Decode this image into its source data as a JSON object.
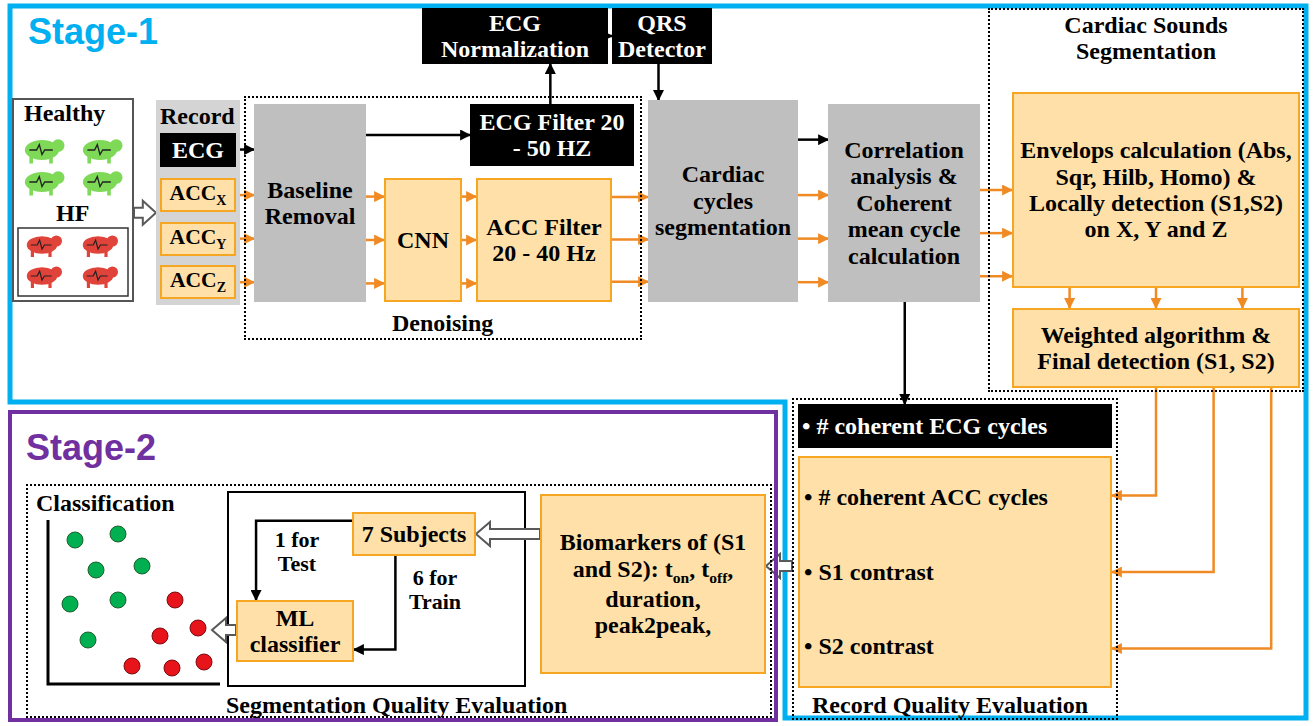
{
  "diagram": {
    "nodes": [
      {
        "text": [
          "Stage-1"
        ]
      },
      {
        "text": [
          "Healthy",
          "HF"
        ],
        "in": 0
      },
      {
        "text": [
          "Record"
        ],
        "in": 0
      },
      {
        "text": [
          "ECG"
        ],
        "in": 2
      },
      {
        "text": [
          "ACCX"
        ],
        "in": 2
      },
      {
        "text": [
          "ACCY"
        ],
        "in": 2
      },
      {
        "text": [
          "ACCZ"
        ],
        "in": 2
      },
      {
        "text": [
          "Denoising"
        ],
        "in": 0
      },
      {
        "text": [
          "Baseline Removal"
        ],
        "in": 7
      },
      {
        "text": [
          "ECG Filter 20 - 50 HZ"
        ],
        "in": 7
      },
      {
        "text": [
          "CNN"
        ],
        "in": 7
      },
      {
        "text": [
          "ACC Filter 20 - 40 Hz"
        ],
        "in": 7
      },
      {
        "text": [
          "ECG Normalization"
        ],
        "in": 0
      },
      {
        "text": [
          "QRS Detector"
        ],
        "in": 0
      },
      {
        "text": [
          "Cardiac cycles segmentation"
        ],
        "in": 0
      },
      {
        "text": [
          "Correlation analysis & Coherent mean cycle calculation"
        ],
        "in": 0
      },
      {
        "text": [
          "Cardiac Sounds Segmentation"
        ],
        "in": 0
      },
      {
        "text": [
          "Envelops calculation (Abs, Sqr, Hilb, Homo) & Locally detection (S1,S2) on X, Y and Z"
        ],
        "in": 16
      },
      {
        "text": [
          "Weighted algorithm & Final detection (S1, S2)"
        ],
        "in": 16
      },
      {
        "text": [
          "Record Quality Evaluation"
        ],
        "in": 0
      },
      {
        "text": [
          "• # coherent ECG cycles"
        ],
        "in": 19
      },
      {
        "text": [
          "• # coherent ACC cycles",
          "• S1 contrast",
          "• S2 contrast"
        ],
        "in": 19
      },
      {
        "text": [
          "Stage-2"
        ]
      },
      {
        "text": [
          "Segmentation Quality Evaluation"
        ],
        "in": 22
      },
      {
        "text": [
          "Classification"
        ],
        "in": 23
      },
      {
        "text": [
          "7 Subjects"
        ],
        "in": 23
      },
      {
        "text": [
          "ML classifier"
        ],
        "in": 23
      },
      {
        "text": [
          "Biomarkers of (S1 and S2): ton, toff, duration, peak2peak,"
        ],
        "in": 23
      }
    ],
    "edges": [
      {
        "from": 1,
        "to": 2,
        "arrow": "to"
      },
      {
        "from": 3,
        "to": 8,
        "arrow": "to"
      },
      {
        "from": 4,
        "to": 8,
        "arrow": "to"
      },
      {
        "from": 5,
        "to": 8,
        "arrow": "to"
      },
      {
        "from": 6,
        "to": 8,
        "arrow": "to"
      },
      {
        "from": 8,
        "to": 9,
        "arrow": "to"
      },
      {
        "from": 8,
        "to": 10,
        "arrow": "to"
      },
      {
        "from": 8,
        "to": 10,
        "arrow": "to"
      },
      {
        "from": 8,
        "to": 10,
        "arrow": "to"
      },
      {
        "from": 10,
        "to": 11,
        "arrow": "to"
      },
      {
        "from": 10,
        "to": 11,
        "arrow": "to"
      },
      {
        "from": 10,
        "to": 11,
        "arrow": "to"
      },
      {
        "from": 11,
        "to": 14,
        "arrow": "to"
      },
      {
        "from": 11,
        "to": 14,
        "arrow": "to"
      },
      {
        "from": 11,
        "to": 14,
        "arrow": "to"
      },
      {
        "from": 9,
        "to": 12,
        "arrow": "to"
      },
      {
        "from": 12,
        "to": 13,
        "arrow": "to"
      },
      {
        "from": 13,
        "to": 14,
        "arrow": "to"
      },
      {
        "from": 14,
        "to": 15,
        "arrow": "to"
      },
      {
        "from": 14,
        "to": 15,
        "arrow": "to"
      },
      {
        "from": 14,
        "to": 15,
        "arrow": "to"
      },
      {
        "from": 14,
        "to": 15,
        "arrow": "to"
      },
      {
        "from": 15,
        "to": 17,
        "arrow": "to"
      },
      {
        "from": 15,
        "to": 17,
        "arrow": "to"
      },
      {
        "from": 15,
        "to": 17,
        "arrow": "to"
      },
      {
        "from": 17,
        "to": 18,
        "arrow": "to"
      },
      {
        "from": 17,
        "to": 18,
        "arrow": "to"
      },
      {
        "from": 17,
        "to": 18,
        "arrow": "to"
      },
      {
        "from": 15,
        "to": 20,
        "arrow": "to"
      },
      {
        "from": 18,
        "to": 21,
        "arrow": "to"
      },
      {
        "from": 18,
        "to": 21,
        "arrow": "to"
      },
      {
        "from": 18,
        "to": 21,
        "arrow": "to"
      },
      {
        "from": 19,
        "to": 27,
        "arrow": "to"
      },
      {
        "from": 27,
        "to": 25,
        "arrow": "to"
      },
      {
        "from": 25,
        "to": 26,
        "label": "1 for Test",
        "arrow": "to"
      },
      {
        "from": 25,
        "to": 26,
        "label": "6 for Train",
        "arrow": "to"
      },
      {
        "from": 26,
        "to": 24,
        "arrow": "to"
      }
    ]
  }
}
